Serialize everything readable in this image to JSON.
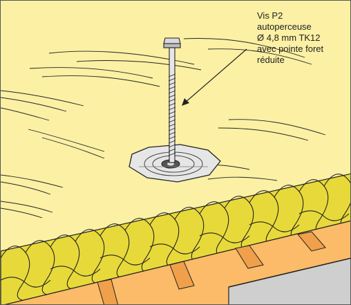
{
  "callout": {
    "lines": [
      "Vis P2",
      "autoperceuse",
      "Ø 4,8 mm TK12",
      "avec pointe foret",
      "réduite"
    ]
  },
  "colors": {
    "insulation_surface": "#fbf0a4",
    "insulation_wool": "#e7d93a",
    "deck_orange": "#fbbb68",
    "deck_dark": "#f0a04a",
    "steel_plate": "#e6e6e6",
    "line": "#222222",
    "panel_gray": "#cfcfcf"
  }
}
